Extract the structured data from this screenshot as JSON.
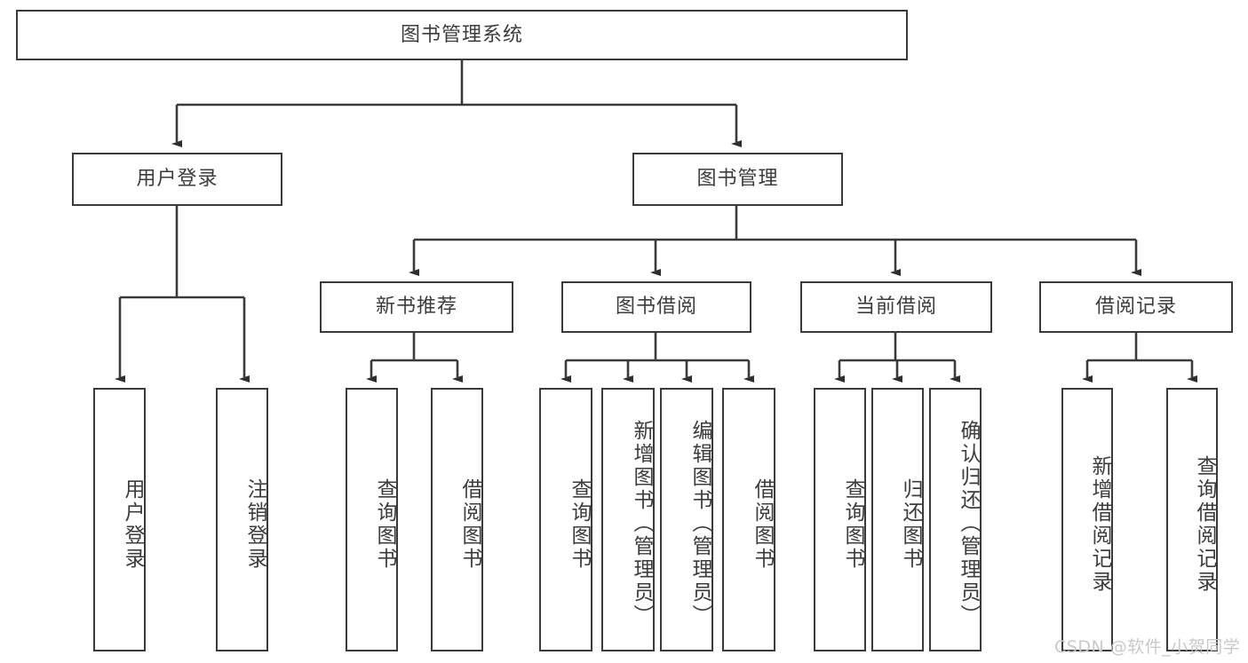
{
  "diagram": {
    "title": "图书管理系统",
    "type": "hierarchy-tree",
    "root": {
      "label": "图书管理系统"
    },
    "level2": [
      {
        "label": "用户登录"
      },
      {
        "label": "图书管理"
      }
    ],
    "level3": [
      {
        "label": "新书推荐"
      },
      {
        "label": "图书借阅"
      },
      {
        "label": "当前借阅"
      },
      {
        "label": "借阅记录"
      }
    ],
    "leaves": {
      "user_login": [
        {
          "label": "用户登录"
        },
        {
          "label": "注销登录"
        }
      ],
      "new_book_recommend": [
        {
          "label": "查询图书"
        },
        {
          "label": "借阅图书"
        }
      ],
      "book_borrow": [
        {
          "label": "查询图书"
        },
        {
          "label": "新增图书（管理员）"
        },
        {
          "label": "编辑图书（管理员）"
        },
        {
          "label": "借阅图书"
        }
      ],
      "current_borrow": [
        {
          "label": "查询图书"
        },
        {
          "label": "归还图书"
        },
        {
          "label": "确认归还（管理员）"
        }
      ],
      "borrow_record": [
        {
          "label": "新增借阅记录"
        },
        {
          "label": "查询借阅记录"
        }
      ]
    }
  },
  "watermark": {
    "text": "CSDN @软件_小贺同学"
  },
  "colors": {
    "stroke": "#3a3a3a",
    "text": "#3c3c3c",
    "background": "#ffffff",
    "watermark": "#c9c9c9"
  }
}
